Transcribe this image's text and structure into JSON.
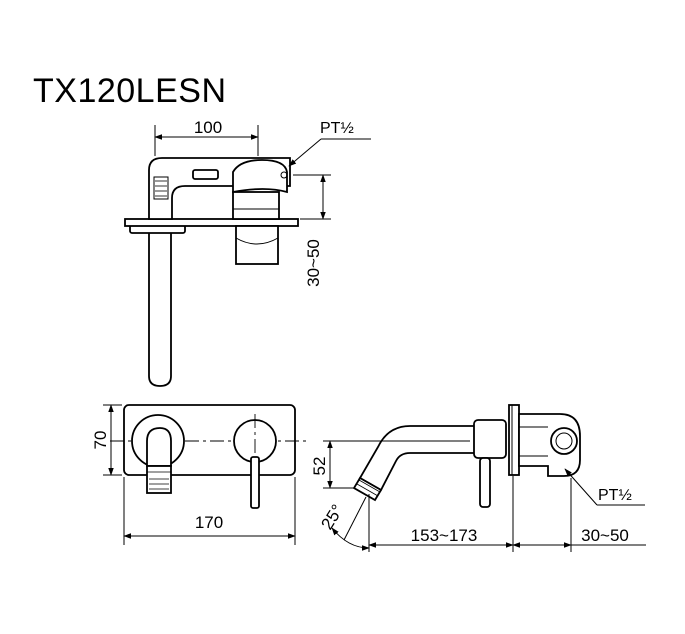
{
  "title": "TX120LESN",
  "top_view": {
    "width_label": "100",
    "thread_label": "PT½",
    "depth_label": "30~50"
  },
  "front_view": {
    "height_label": "70",
    "width_label": "170"
  },
  "side_view": {
    "height_label": "52",
    "angle_label": "25°",
    "reach_label": "153~173",
    "depth_label": "30~50",
    "thread_label": "PT½"
  },
  "colors": {
    "line": "#000000",
    "background": "#ffffff"
  }
}
